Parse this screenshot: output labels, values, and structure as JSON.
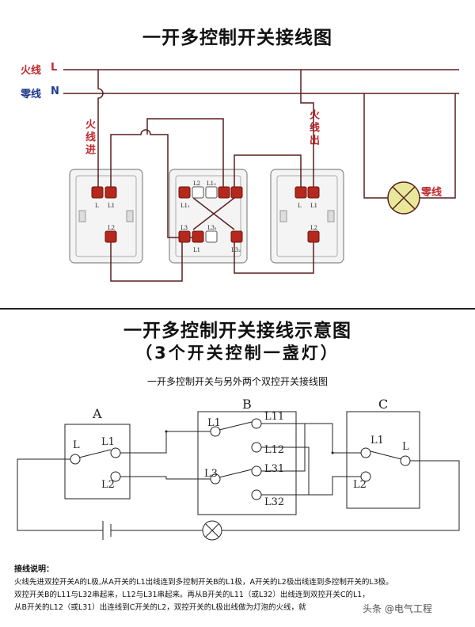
{
  "top": {
    "title": "一开多控制开关接线图",
    "live_label": "火线",
    "live_letter": "L",
    "neutral_label": "零线",
    "neutral_letter": "N",
    "live_in": "火线进",
    "live_out": "火线出",
    "lamp_neutral": "零线",
    "switch_a": {
      "top_left": "L",
      "top_right": "L1",
      "bottom": "L2"
    },
    "switch_b": {
      "l2_top": "L2",
      "l12": "L1₂",
      "l11": "L1₁",
      "l3": "L3",
      "l31": "L3₁",
      "l32": "L3₂",
      "l1": "L1"
    },
    "switch_c": {
      "top_left": "L",
      "top_right": "L1",
      "bottom": "L2"
    }
  },
  "bottom": {
    "title": "一开多控制开关接线示意图",
    "title2": "（3个开关控制一盏灯）",
    "subtitle": "一开多控制开关与另外两个双控开关接线图",
    "box_a": "A",
    "box_b": "B",
    "box_c": "C",
    "a_l": "L",
    "a_l1": "L1",
    "a_l2": "L2",
    "b_l1": "L1",
    "b_l3": "L3",
    "b_l11": "L11",
    "b_l12": "L12",
    "b_l31": "L31",
    "b_l32": "L32",
    "c_l1": "L1",
    "c_l2": "L2",
    "c_l": "L"
  },
  "notes": {
    "heading": "接线说明：",
    "line1": "火线先进双控开关A的L极,从A开关的L1出线连到多控制开关B的L1极，A开关的L2极出线连到多控制开关的L3极。",
    "line2": "双控开关B的L11与L32串起来，L12与L31串起来。再从B开关的L11（或L32）出线连到双控开关C的L1，",
    "line3": "从B开关的L12（或L31）出连线到C开关的L2，双控开关的L极出线做为灯泡的火线，就"
  },
  "watermark": "头条 @电气工程",
  "colors": {
    "wire": "#5a1f1f",
    "live": "#c0282c",
    "neutral": "#1f3a8a",
    "terminal": "#b5281d",
    "lamp": "#e8e89a"
  }
}
